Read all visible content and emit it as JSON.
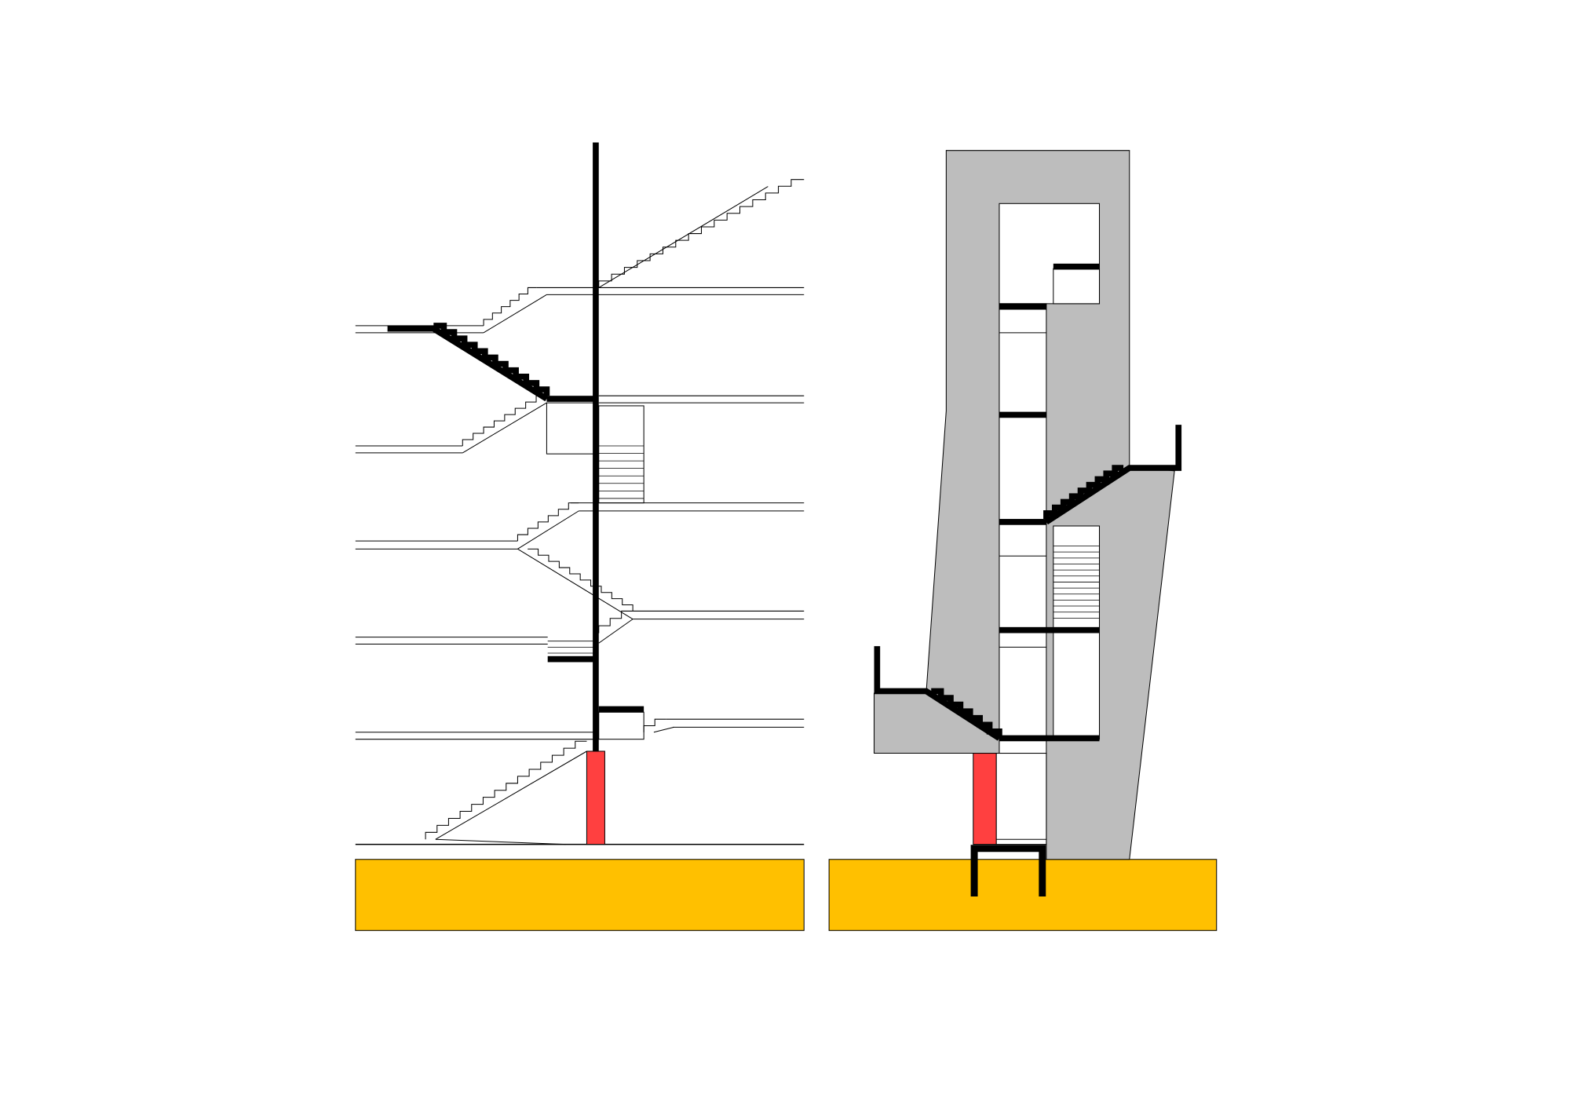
{
  "diagram": {
    "type": "architectural-section",
    "panels": [
      "stair-section-left",
      "tower-section-right"
    ],
    "colors": {
      "ground": "#FFC000",
      "column": "#FF4040",
      "wall": "#BDBDBD",
      "structure": "#000000",
      "background": "#FFFFFF"
    }
  }
}
